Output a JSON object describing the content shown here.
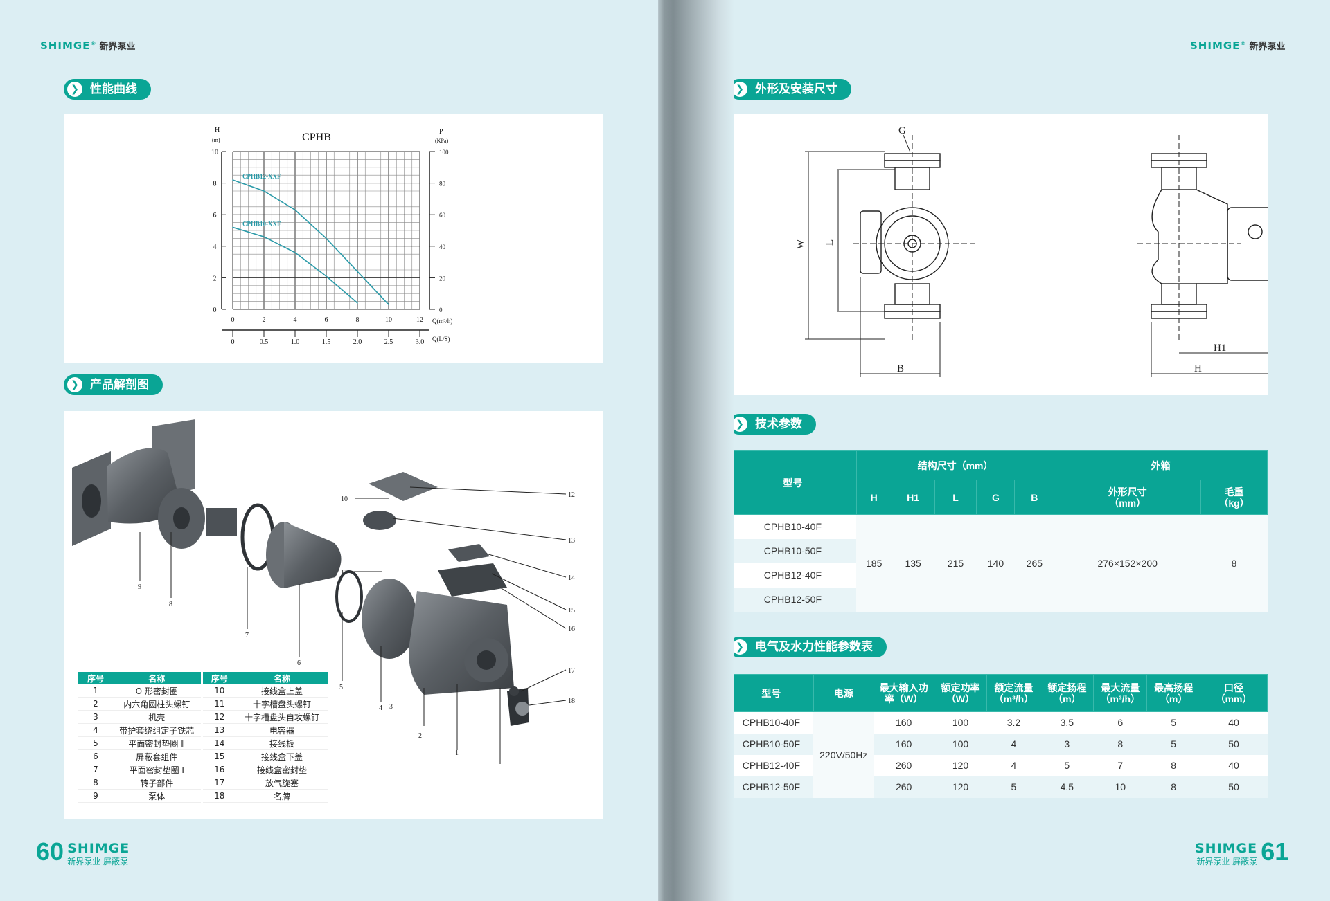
{
  "brand": {
    "logo": "SHIMGE",
    "reg": "®",
    "cn": "新界泵业"
  },
  "footer_left": {
    "page": "60",
    "logo": "SHIMGE",
    "tagline": "新界泵业 屏蔽泵"
  },
  "footer_right": {
    "page": "61",
    "logo": "SHIMGE",
    "tagline": "新界泵业 屏蔽泵"
  },
  "sections": {
    "curve": "性能曲线",
    "exploded": "产品解剖图",
    "dimensions": "外形及安装尺寸",
    "tech": "技术参数",
    "electric": "电气及水力性能参数表"
  },
  "chart_data": {
    "type": "line",
    "title": "CPHB",
    "ylabel": "H",
    "ylabel_unit": "(m)",
    "y2label": "P",
    "y2label_unit": "(KPa)",
    "xlabel": "Q(m³/h)",
    "x2label": "Q(L/S)",
    "xlim": [
      0,
      12
    ],
    "ylim": [
      0,
      10
    ],
    "y2lim": [
      0,
      100
    ],
    "xticks": [
      "0",
      "2",
      "4",
      "6",
      "8",
      "10",
      "12"
    ],
    "x2ticks": [
      "0",
      "0.5",
      "1.0",
      "1.5",
      "2.0",
      "2.5",
      "3.0"
    ],
    "yticks": [
      "0",
      "2",
      "4",
      "6",
      "8",
      "10"
    ],
    "y2ticks": [
      "0",
      "20",
      "40",
      "60",
      "80",
      "100"
    ],
    "grid": true,
    "series": [
      {
        "name": "CPHB12-XXF",
        "x": [
          0,
          2,
          4,
          6,
          8,
          10
        ],
        "y": [
          8.2,
          7.5,
          6.3,
          4.5,
          2.4,
          0.3
        ]
      },
      {
        "name": "CPHB10-XXF",
        "x": [
          0,
          2,
          4,
          6,
          8
        ],
        "y": [
          5.2,
          4.6,
          3.6,
          2.1,
          0.4
        ]
      }
    ]
  },
  "dim_labels": {
    "g": "G",
    "w": "W",
    "l": "L",
    "b": "B",
    "h1": "H1",
    "h": "H"
  },
  "callouts": [
    "1",
    "2",
    "3",
    "4",
    "5",
    "6",
    "7",
    "8",
    "9",
    "10",
    "11",
    "12",
    "13",
    "14",
    "15",
    "16",
    "17",
    "18"
  ],
  "parts_table": {
    "headers": [
      "序号",
      "名称",
      "序号",
      "名称"
    ],
    "rows": [
      [
        "1",
        "O 形密封圈",
        "10",
        "接线盒上盖"
      ],
      [
        "2",
        "内六角圆柱头螺钉",
        "11",
        "十字槽盘头螺钉"
      ],
      [
        "3",
        "机壳",
        "12",
        "十字槽盘头自攻螺钉"
      ],
      [
        "4",
        "带护套绕组定子铁芯",
        "13",
        "电容器"
      ],
      [
        "5",
        "平面密封垫圈 Ⅱ",
        "14",
        "接线板"
      ],
      [
        "6",
        "屏蔽套组件",
        "15",
        "接线盒下盖"
      ],
      [
        "7",
        "平面密封垫圈 Ⅰ",
        "16",
        "接线盒密封垫"
      ],
      [
        "8",
        "转子部件",
        "17",
        "放气旋塞"
      ],
      [
        "9",
        "泵体",
        "18",
        "名牌"
      ]
    ]
  },
  "tech_table": {
    "model_header": "型号",
    "struct_header": "结构尺寸（mm）",
    "box_header": "外箱",
    "cols": [
      "H",
      "H1",
      "L",
      "G",
      "B"
    ],
    "box_cols": [
      "外形尺寸\n（mm）",
      "毛重\n（kg）"
    ],
    "models": [
      "CPHB10-40F",
      "CPHB10-50F",
      "CPHB12-40F",
      "CPHB12-50F"
    ],
    "values": [
      "185",
      "135",
      "215",
      "140",
      "265"
    ],
    "box_size": "276×152×200",
    "weight": "8"
  },
  "elec_table": {
    "headers": [
      "型号",
      "电源",
      "最大输入功\n率（W）",
      "额定功率\n（W）",
      "额定流量\n（m³/h）",
      "额定扬程\n（m）",
      "最大流量\n（m³/h）",
      "最高扬程\n（m）",
      "口径\n（mm）"
    ],
    "power": "220V/50Hz",
    "rows": [
      [
        "CPHB10-40F",
        "160",
        "100",
        "3.2",
        "3.5",
        "6",
        "5",
        "40"
      ],
      [
        "CPHB10-50F",
        "160",
        "100",
        "4",
        "3",
        "8",
        "5",
        "50"
      ],
      [
        "CPHB12-40F",
        "260",
        "120",
        "4",
        "5",
        "7",
        "8",
        "40"
      ],
      [
        "CPHB12-50F",
        "260",
        "120",
        "5",
        "4.5",
        "10",
        "8",
        "50"
      ]
    ]
  },
  "colors": {
    "accent": "#0aa595",
    "page_bg": "#dceef3",
    "curve": "#2a9aa8"
  }
}
